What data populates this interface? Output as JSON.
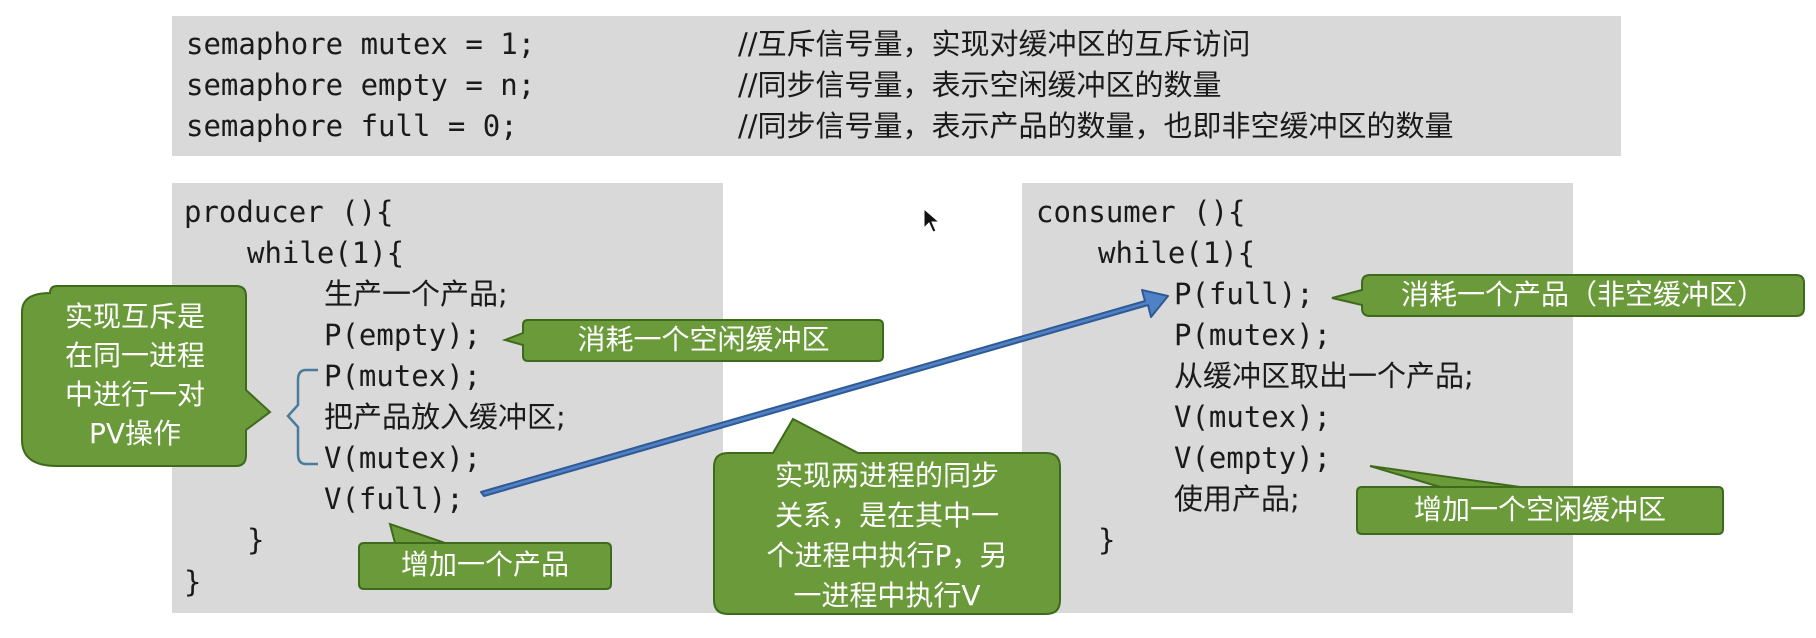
{
  "declarations": {
    "line1_code": "semaphore mutex = 1;",
    "line1_comment": "//互斥信号量，实现对缓冲区的互斥访问",
    "line2_code": "semaphore empty = n;",
    "line2_comment": "//同步信号量，表示空闲缓冲区的数量",
    "line3_code": "semaphore full = 0;",
    "line3_comment": "//同步信号量，表示产品的数量，也即非空缓冲区的数量"
  },
  "producer": {
    "header": "producer (){",
    "while": "while(1){",
    "produce": "生产一个产品;",
    "p_empty": "P(empty);",
    "p_mutex": "P(mutex);",
    "put": "把产品放入缓冲区;",
    "v_mutex": "V(mutex);",
    "v_full": "V(full);",
    "close_while": "}",
    "close_fn": "}"
  },
  "consumer": {
    "header": "consumer (){",
    "while": "while(1){",
    "p_full": "P(full);",
    "p_mutex": "P(mutex);",
    "take": "从缓冲区取出一个产品;",
    "v_mutex": "V(mutex);",
    "v_empty": "V(empty);",
    "use": "使用产品;",
    "close_while": "}"
  },
  "callouts": {
    "mutex_note": "实现互斥是\n在同一进程\n中进行一对\nPV操作",
    "consume_empty": "消耗一个空闲缓冲区",
    "add_product": "增加一个产品",
    "sync_note": "实现两进程的同步\n关系，是在其中一\n个进程中执行P，另\n一进程中执行V",
    "consume_product": "消耗一个产品（非空缓冲区）",
    "add_empty": "增加一个空闲缓冲区"
  },
  "colors": {
    "panel": "#d9d9d9",
    "callout_fill": "#6a9a3a",
    "callout_stroke": "#3f6a1c",
    "arrow_fill": "#4f81c4",
    "arrow_stroke": "#2f5a96"
  }
}
